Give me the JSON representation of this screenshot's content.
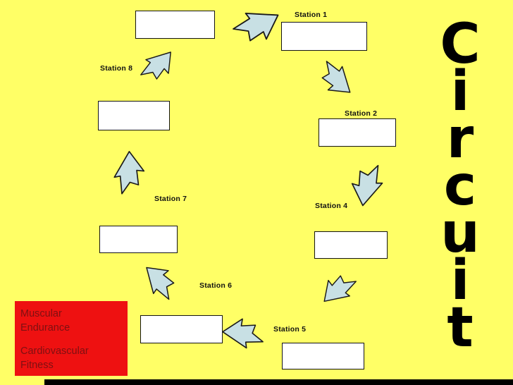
{
  "title": {
    "word": "Circuit",
    "letters": [
      "C",
      "i",
      "r",
      "c",
      "u",
      "i",
      "t"
    ]
  },
  "station_labels": {
    "station1": "Station 1",
    "station2": "Station 2",
    "station4": "Station 4",
    "station5": "Station 5",
    "station6": "Station 6",
    "station7": "Station 7",
    "station8": "Station 8"
  },
  "station_boxes": {
    "top": "",
    "s1": "",
    "s2": "",
    "s4": "",
    "s5": "",
    "s6": "",
    "s7": "",
    "s8": ""
  },
  "info_box": {
    "items": [
      {
        "phrase": "Muscular Endurance",
        "lines": [
          "Muscular",
          "Endurance"
        ]
      },
      {
        "phrase": "Cardiovascular Fitness",
        "lines": [
          "Cardiovascular",
          "Fitness"
        ]
      }
    ]
  },
  "arrows": [
    {
      "icon": "arrow-right-icon",
      "direction": "right"
    },
    {
      "icon": "arrow-down-right-icon",
      "direction": "down-right"
    },
    {
      "icon": "arrow-down-icon",
      "direction": "down"
    },
    {
      "icon": "arrow-down-left-icon",
      "direction": "down-left"
    },
    {
      "icon": "arrow-left-icon",
      "direction": "left"
    },
    {
      "icon": "arrow-up-left-icon",
      "direction": "up-left"
    },
    {
      "icon": "arrow-up-icon",
      "direction": "up"
    },
    {
      "icon": "arrow-up-right-icon",
      "direction": "up-right"
    }
  ],
  "colors": {
    "background": "#FFFF66",
    "arrow_fill": "#C8E0E4",
    "info_box_bg": "#EE1111",
    "info_box_text": "#7E1112",
    "title_color": "#000000"
  }
}
